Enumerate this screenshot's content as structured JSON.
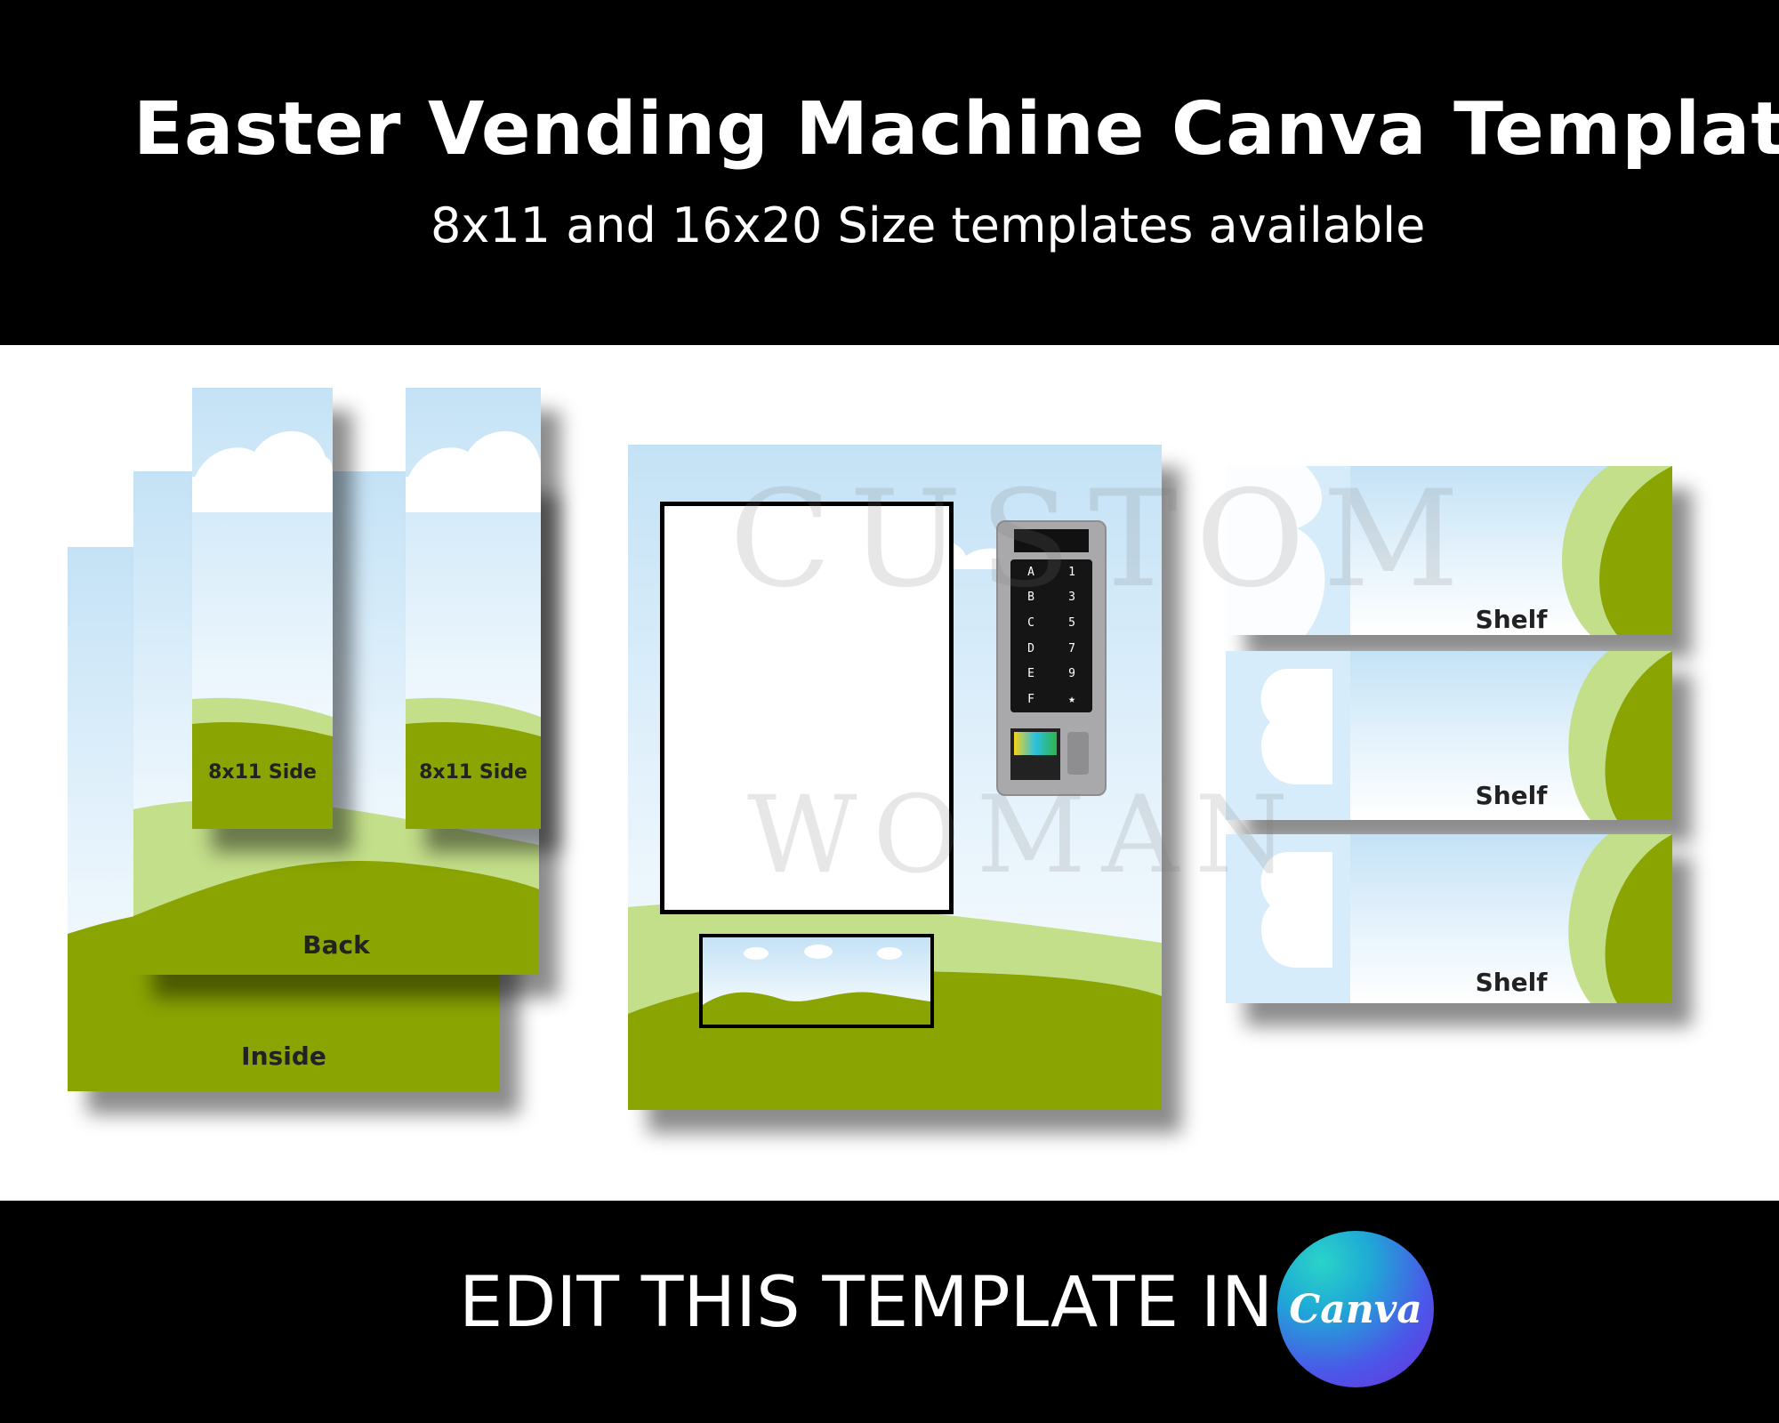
{
  "header": {
    "title": "Easter Vending Machine Canva Template",
    "subtitle": "8x11 and 16x20 Size templates available"
  },
  "panels": {
    "side_left": "8x11 Side",
    "side_right": "8x11 Side",
    "back": "Back",
    "inside": "Inside",
    "shelves": [
      "Shelf",
      "Shelf",
      "Shelf"
    ]
  },
  "watermark": {
    "line1": "CUSTOM",
    "line2": "WOMAN"
  },
  "keypad": {
    "keys": [
      "A",
      "1",
      "B",
      "3",
      "C",
      "5",
      "D",
      "7",
      "E",
      "9",
      "F",
      "★",
      "",
      ""
    ]
  },
  "footer": {
    "cta": "EDIT THIS TEMPLATE IN",
    "logo_text": "Canva"
  },
  "colors": {
    "grass": "#8aa402",
    "light_grass": "#c3df8a",
    "sky": "#c4e2f6",
    "band": "#000000"
  }
}
